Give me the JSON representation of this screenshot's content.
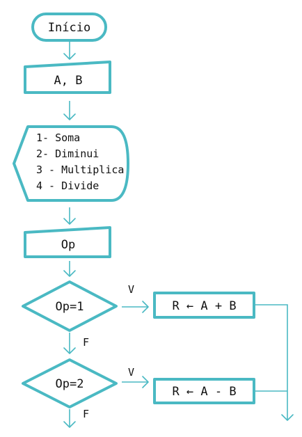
{
  "diagram": {
    "colors": {
      "stroke": "#4ab9c3",
      "text": "#111111",
      "background": "#ffffff"
    },
    "start": {
      "label": "Início"
    },
    "input_ab": {
      "label": "A, B"
    },
    "menu": {
      "lines": [
        "1- Soma",
        "2- Diminui",
        "3 - Multiplica",
        "4 - Divide"
      ]
    },
    "input_op": {
      "label": "Op"
    },
    "decision1": {
      "label": "Op=1",
      "true_label": "V",
      "false_label": "F"
    },
    "process1": {
      "label": "R ← A + B"
    },
    "decision2": {
      "label": "Op=2",
      "true_label": "V",
      "false_label": "F"
    },
    "process2": {
      "label": "R ← A - B"
    }
  }
}
